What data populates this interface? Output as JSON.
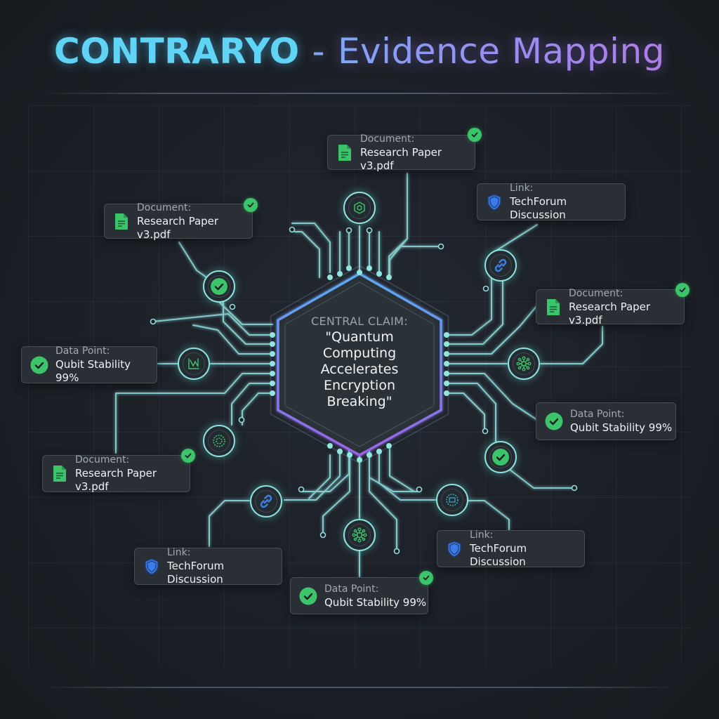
{
  "header": {
    "brand": "CONTRARYO",
    "separator": "-",
    "subtitle": "Evidence Mapping"
  },
  "central_claim": {
    "label": "CENTRAL CLAIM:",
    "lines": [
      "\"Quantum",
      "Computing",
      "Accelerates",
      "Encryption",
      "Breaking\""
    ]
  },
  "colors": {
    "background": "#1b1f25",
    "wire": "#8fe0e0",
    "verified_green": "#3cc46a",
    "document_icon": "#3cc46a",
    "link_icon": "#3b7de8",
    "hex_border_top": "#5aa9f0",
    "hex_border_bottom": "#9a63e6"
  },
  "evidence": [
    {
      "id": "doc-top",
      "type": "document",
      "label": "Document:",
      "value": "Research Paper v3.pdf",
      "verified": true
    },
    {
      "id": "doc-left-top",
      "type": "document",
      "label": "Document:",
      "value": "Research Paper v3.pdf",
      "verified": true
    },
    {
      "id": "link-right-top",
      "type": "link",
      "label": "Link:",
      "value": "TechForum Discussion",
      "verified": false
    },
    {
      "id": "doc-right",
      "type": "document",
      "label": "Document:",
      "value": "Research Paper v3.pdf",
      "verified": true
    },
    {
      "id": "data-left",
      "type": "data-point",
      "label": "Data Point:",
      "value": "Qubit Stability 99%",
      "verified": true
    },
    {
      "id": "data-right",
      "type": "data-point",
      "label": "Data Point:",
      "value": "Qubit Stability 99%",
      "verified": true
    },
    {
      "id": "doc-left-bottom",
      "type": "document",
      "label": "Document:",
      "value": "Research Paper v3.pdf",
      "verified": true
    },
    {
      "id": "link-right-bottom",
      "type": "link",
      "label": "Link:",
      "value": "TechForum Discussion",
      "verified": false
    },
    {
      "id": "link-left-bottom",
      "type": "link",
      "label": "Link:",
      "value": "TechForum Discussion",
      "verified": false
    },
    {
      "id": "data-bottom",
      "type": "data-point",
      "label": "Data Point:",
      "value": "Qubit Stability 99%",
      "verified": true
    }
  ],
  "nodes": [
    {
      "id": "node-top",
      "icon": "chip-icon"
    },
    {
      "id": "node-left-top",
      "icon": "check-icon"
    },
    {
      "id": "node-left",
      "icon": "chart-icon"
    },
    {
      "id": "node-left-bottom",
      "icon": "gear-icon"
    },
    {
      "id": "node-right-top",
      "icon": "link-icon"
    },
    {
      "id": "node-right",
      "icon": "network-icon"
    },
    {
      "id": "node-right-bottom",
      "icon": "check-icon"
    },
    {
      "id": "node-bottom-left",
      "icon": "link-icon"
    },
    {
      "id": "node-bottom",
      "icon": "network-icon"
    },
    {
      "id": "node-bottom-right",
      "icon": "chip-icon"
    }
  ]
}
